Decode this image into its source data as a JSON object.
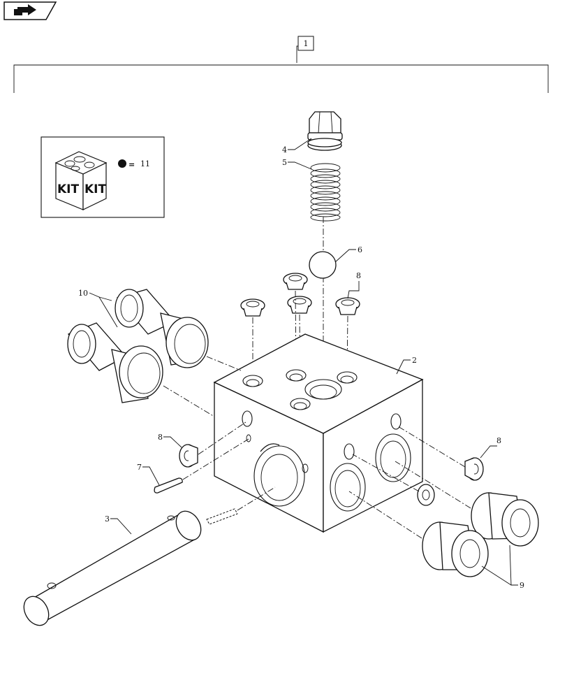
{
  "diagram": {
    "assembly_callout": "1",
    "kit": {
      "kit_text_left": "KIT",
      "kit_text_right": "KIT",
      "equals": "=",
      "kit_item": "11"
    },
    "callouts": {
      "c2": "2",
      "c3": "3",
      "c4": "4",
      "c5": "5",
      "c6": "6",
      "c7": "7",
      "c8_top": "8",
      "c8_left": "8",
      "c8_right": "8",
      "c9": "9",
      "c10": "10"
    }
  }
}
